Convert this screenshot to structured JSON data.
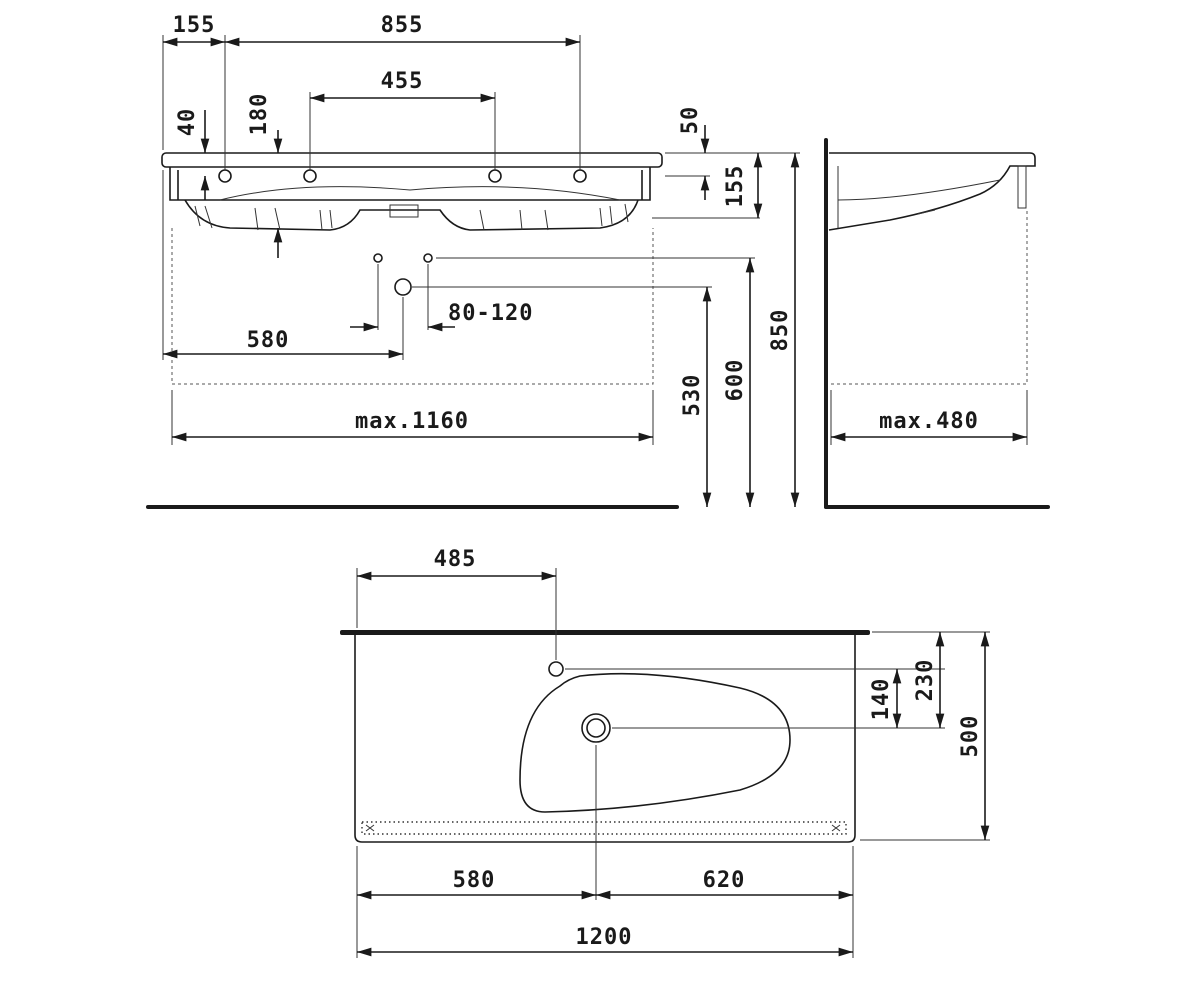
{
  "front_view": {
    "dims": {
      "d155_top": "155",
      "d855": "855",
      "d455": "455",
      "d40": "40",
      "d180": "180",
      "d50": "50",
      "d155_right": "155",
      "d80_120": "80-120",
      "d580": "580",
      "max1160": "max.1160",
      "d530": "530",
      "d600": "600",
      "d850": "850"
    }
  },
  "side_view": {
    "dims": {
      "max480": "max.480"
    }
  },
  "top_view": {
    "dims": {
      "d485": "485",
      "d140": "140",
      "d230": "230",
      "d500": "500",
      "d580": "580",
      "d620": "620",
      "d1200": "1200"
    }
  }
}
